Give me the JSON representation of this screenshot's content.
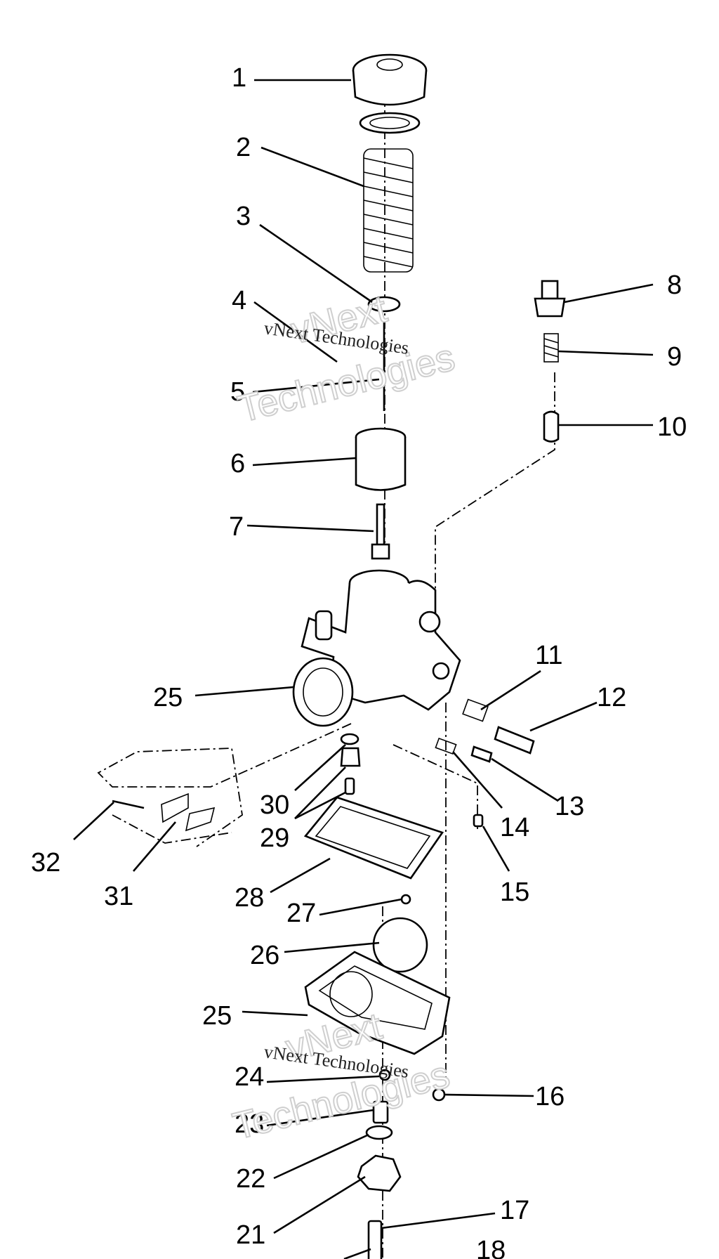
{
  "diagram": {
    "callouts": [
      {
        "id": "1",
        "label": "1"
      },
      {
        "id": "2",
        "label": "2"
      },
      {
        "id": "3",
        "label": "3"
      },
      {
        "id": "4",
        "label": "4"
      },
      {
        "id": "5",
        "label": "5"
      },
      {
        "id": "6",
        "label": "6"
      },
      {
        "id": "7",
        "label": "7"
      },
      {
        "id": "8",
        "label": "8"
      },
      {
        "id": "9",
        "label": "9"
      },
      {
        "id": "10",
        "label": "10"
      },
      {
        "id": "11",
        "label": "11"
      },
      {
        "id": "12",
        "label": "12"
      },
      {
        "id": "13",
        "label": "13"
      },
      {
        "id": "14",
        "label": "14"
      },
      {
        "id": "15",
        "label": "15"
      },
      {
        "id": "16",
        "label": "16"
      },
      {
        "id": "17",
        "label": "17"
      },
      {
        "id": "18",
        "label": "18"
      },
      {
        "id": "21",
        "label": "21"
      },
      {
        "id": "22",
        "label": "22"
      },
      {
        "id": "23",
        "label": "23"
      },
      {
        "id": "24",
        "label": "24"
      },
      {
        "id": "25a",
        "label": "25"
      },
      {
        "id": "25b",
        "label": "25"
      },
      {
        "id": "26",
        "label": "26"
      },
      {
        "id": "27",
        "label": "27"
      },
      {
        "id": "28",
        "label": "28"
      },
      {
        "id": "29",
        "label": "29"
      },
      {
        "id": "30",
        "label": "30"
      },
      {
        "id": "31",
        "label": "31"
      },
      {
        "id": "32",
        "label": "32"
      }
    ]
  },
  "watermarks": [
    {
      "big_top": "vNext",
      "big_bottom": "Technologies",
      "small": "vNext Technologies"
    },
    {
      "big_top": "vNext",
      "big_bottom": "Technologies",
      "small": "vNext Technologies"
    }
  ]
}
